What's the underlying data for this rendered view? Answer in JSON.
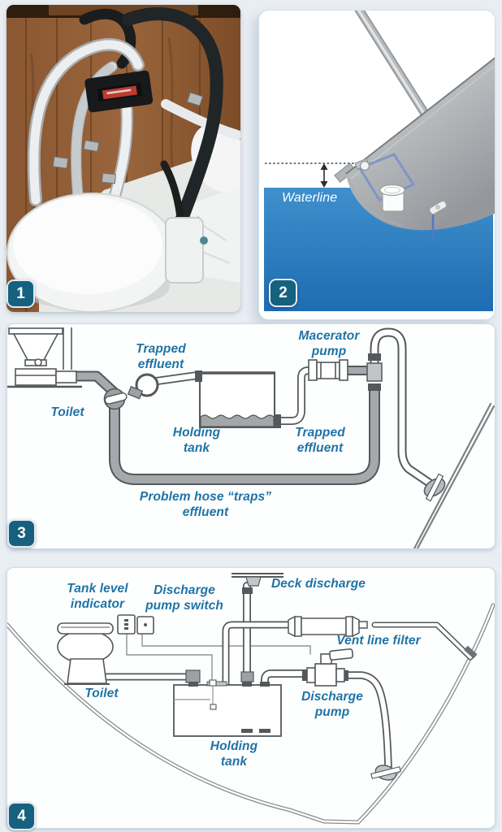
{
  "colors": {
    "page_background": "#e9eef3",
    "badge_background": "#16617f",
    "label_text": "#1f73a6",
    "water_blue": "#2b7cbe",
    "panel_border": "#ccdcea",
    "line_art": "#54585b",
    "hose_gray": "#a6a9ab"
  },
  "badges": [
    "1",
    "2",
    "3",
    "4"
  ],
  "panel2": {
    "labels": {
      "waterline": "Waterline"
    }
  },
  "panel3": {
    "labels": {
      "trapped_effluent_left": [
        "Trapped",
        "effluent"
      ],
      "macerator_pump": [
        "Macerator",
        "pump"
      ],
      "toilet": "Toilet",
      "holding_tank": [
        "Holding",
        "tank"
      ],
      "trapped_effluent_right": [
        "Trapped",
        "effluent"
      ],
      "problem_hose": [
        "Problem hose “traps”",
        "effluent"
      ]
    }
  },
  "panel4": {
    "labels": {
      "tank_level_indicator": [
        "Tank level",
        "indicator"
      ],
      "discharge_pump_switch": [
        "Discharge",
        "pump switch"
      ],
      "deck_discharge": "Deck discharge",
      "vent_line_filter": "Vent line filter",
      "toilet": "Toilet",
      "discharge_pump": [
        "Discharge",
        "pump"
      ],
      "holding_tank": [
        "Holding",
        "tank"
      ]
    }
  }
}
